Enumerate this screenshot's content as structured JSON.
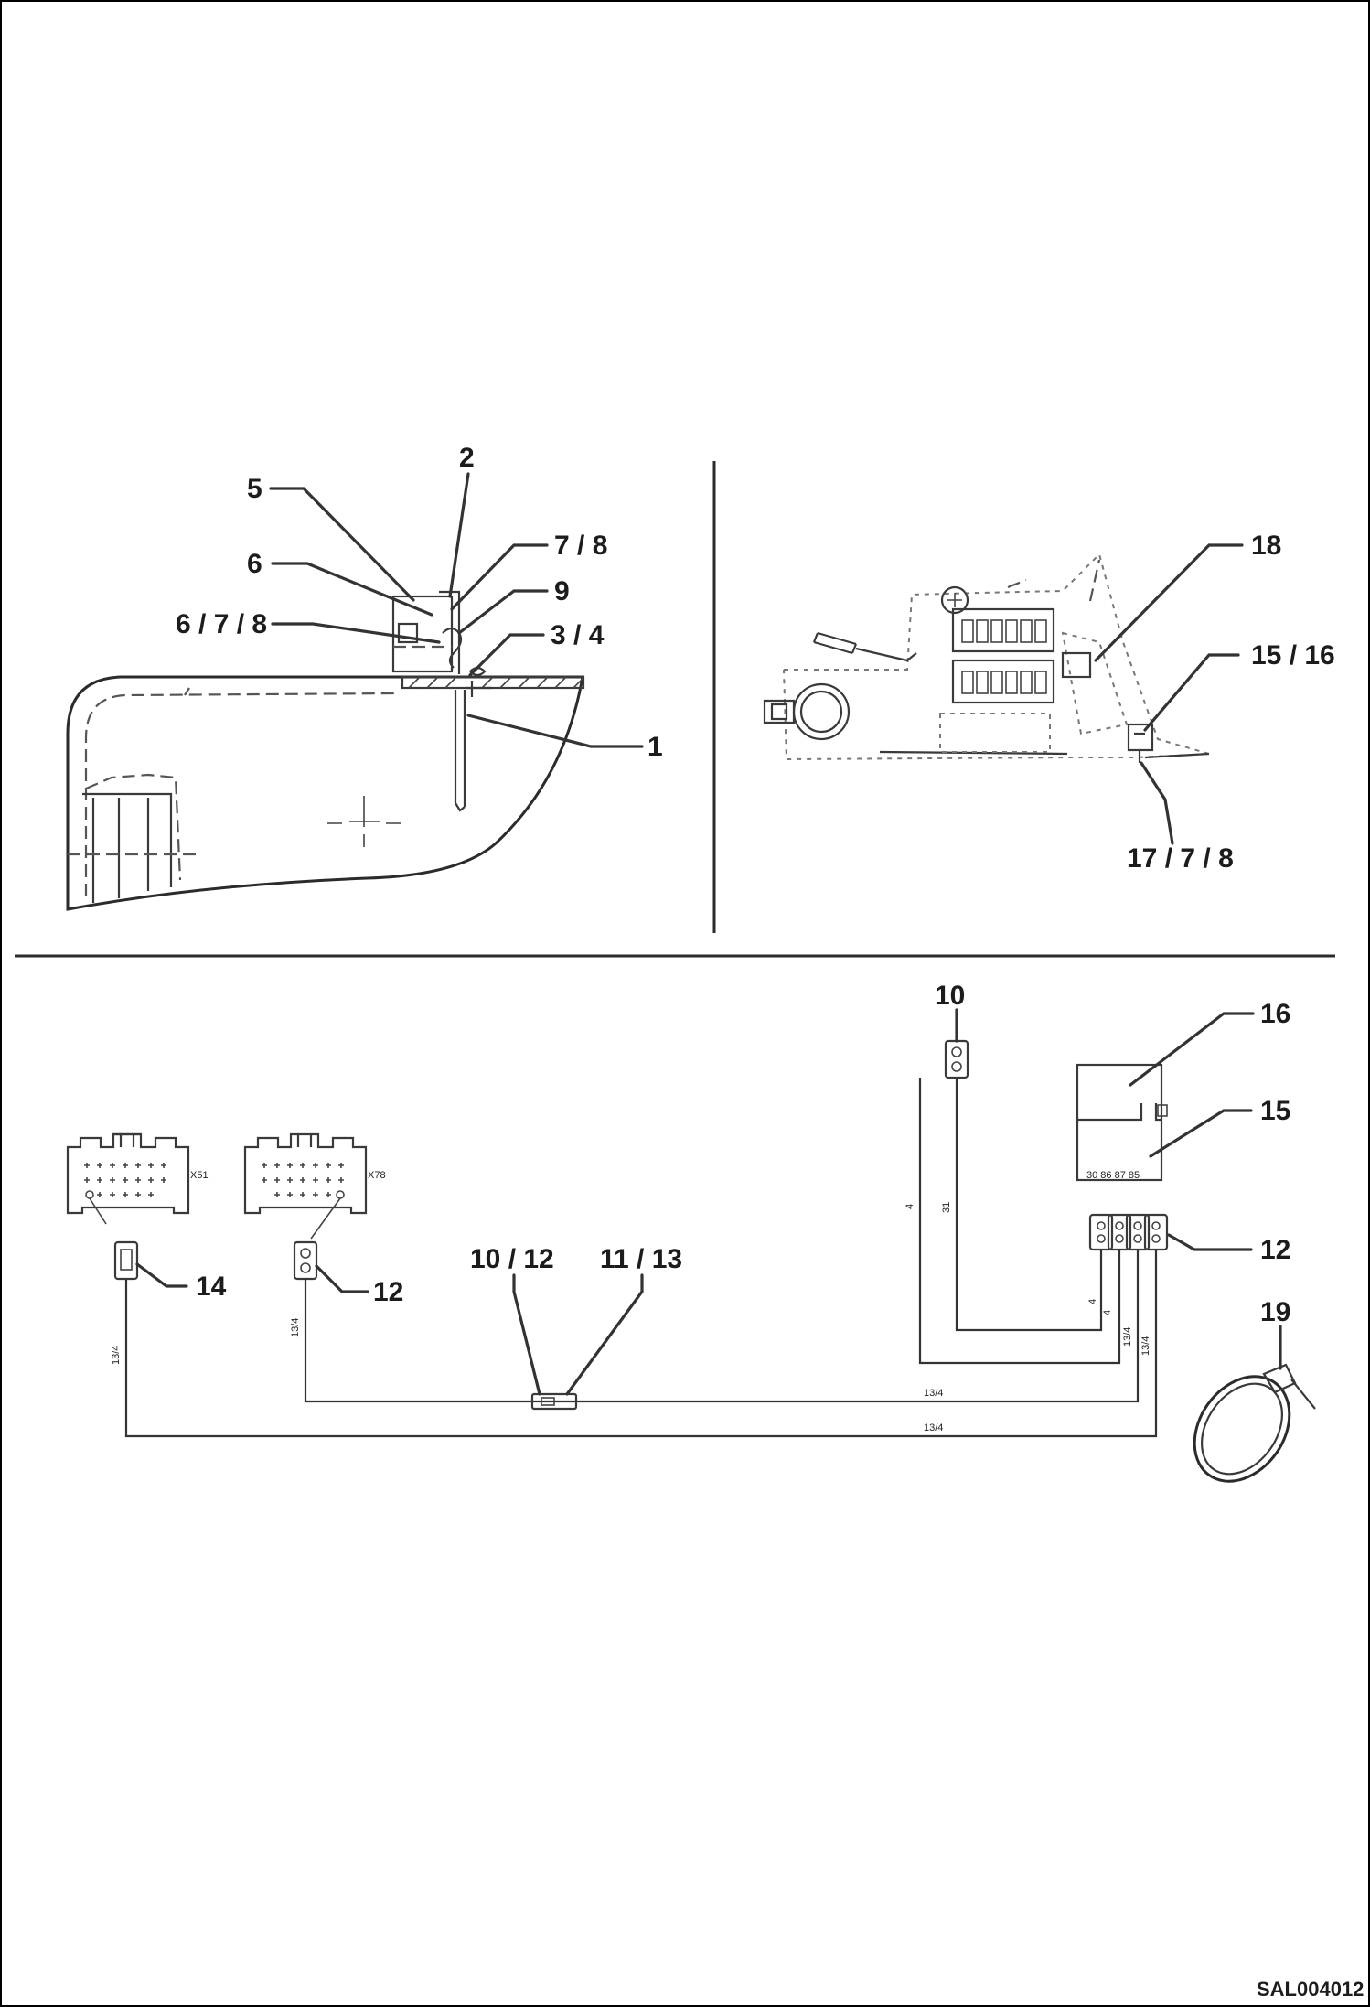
{
  "callouts_top_left": {
    "c2": "2",
    "c5": "5",
    "c78": "7 / 8",
    "c6": "6",
    "c9": "9",
    "c678": "6 / 7 / 8",
    "c34": "3 / 4",
    "c1": "1"
  },
  "callouts_top_right": {
    "c18": "18",
    "c1516": "15 / 16",
    "c1778": "17 / 7 / 8"
  },
  "callouts_bottom": {
    "c10": "10",
    "c16": "16",
    "c15": "15",
    "c12_right": "12",
    "c19": "19",
    "c14": "14",
    "c12_left": "12",
    "c1012": "10 / 12",
    "c1113": "11 / 13"
  },
  "connector_labels": {
    "x51": "X51",
    "x78": "X78"
  },
  "relay_terminals": "30 86 87 85",
  "wire_marks": {
    "w_a": "4",
    "w_b": "31",
    "w_c": "4",
    "w_d": "13/4",
    "w_e": "13/4",
    "w_f": "4",
    "w_g": "13/4",
    "w_h": "13/4",
    "w_i": "13/4",
    "w_j": "13/4"
  },
  "drawing_ref": "SAL004012"
}
